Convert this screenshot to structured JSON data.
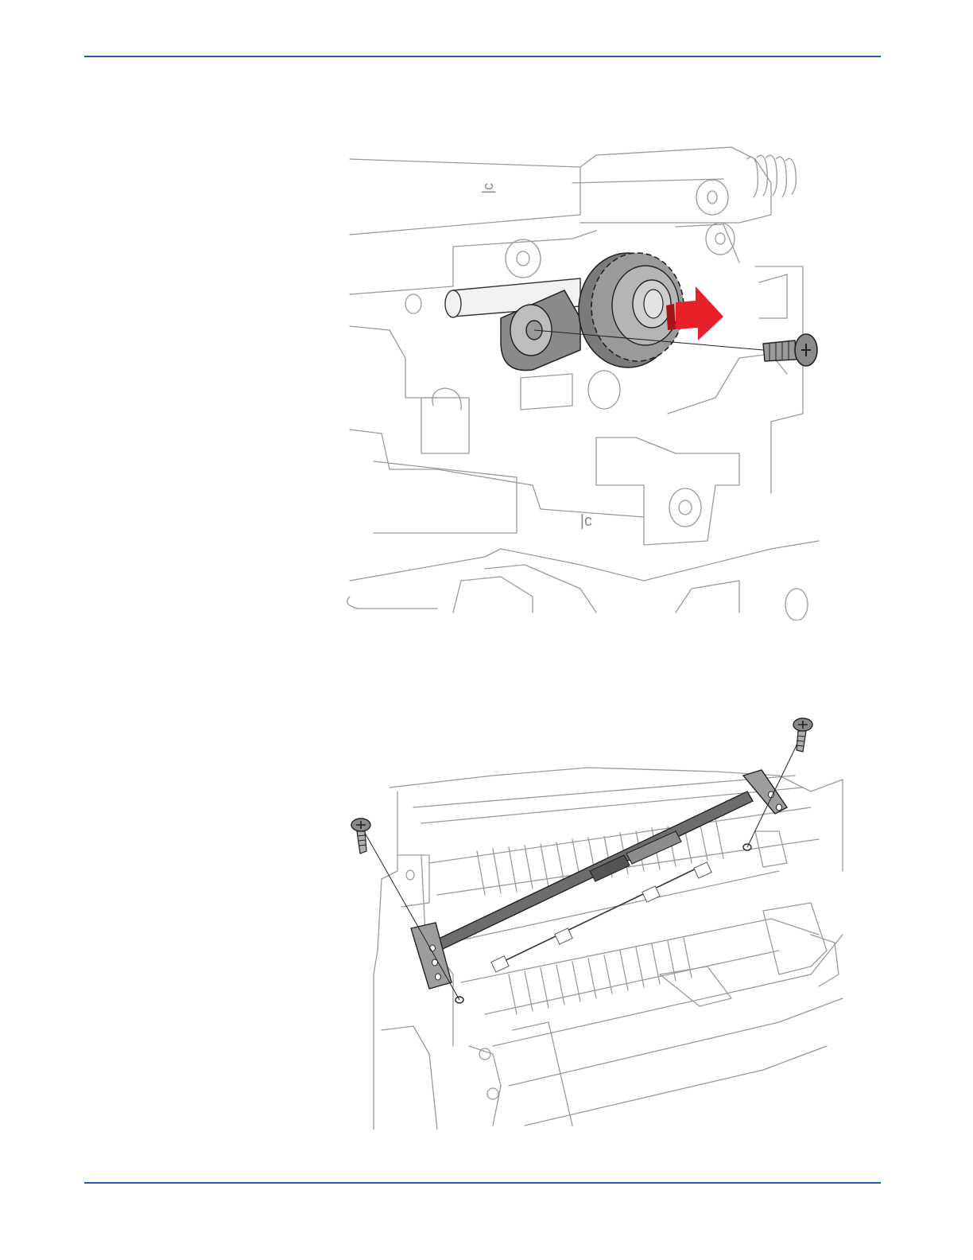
{
  "page": {
    "accent_color": "#1a5bb0",
    "figures": [
      {
        "id": "gear-removal",
        "parts": [
          "gear",
          "bracket",
          "screw",
          "direction-arrow"
        ],
        "arrow_color": "#e8202a"
      },
      {
        "id": "roller-removal",
        "parts": [
          "roller-shaft",
          "left-bracket",
          "right-bracket",
          "screw-left",
          "screw-right"
        ]
      }
    ]
  }
}
